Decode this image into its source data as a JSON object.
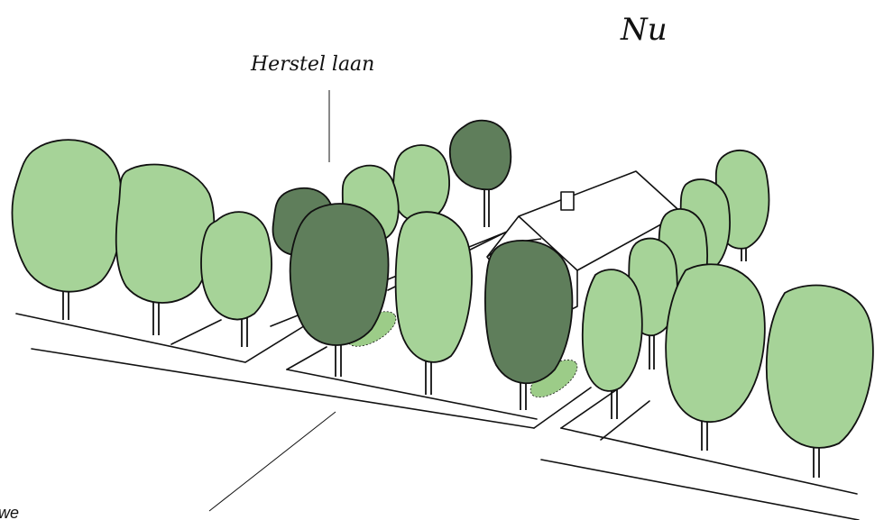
{
  "labels": {
    "title": "Nu",
    "street_name": "Herstel laan",
    "corner_text": "we"
  },
  "colors": {
    "tree_light": "#a6d398",
    "tree_dark": "#5f7e5b",
    "outline": "#111111",
    "hedge": "#9ccc88",
    "background": "#ffffff"
  }
}
